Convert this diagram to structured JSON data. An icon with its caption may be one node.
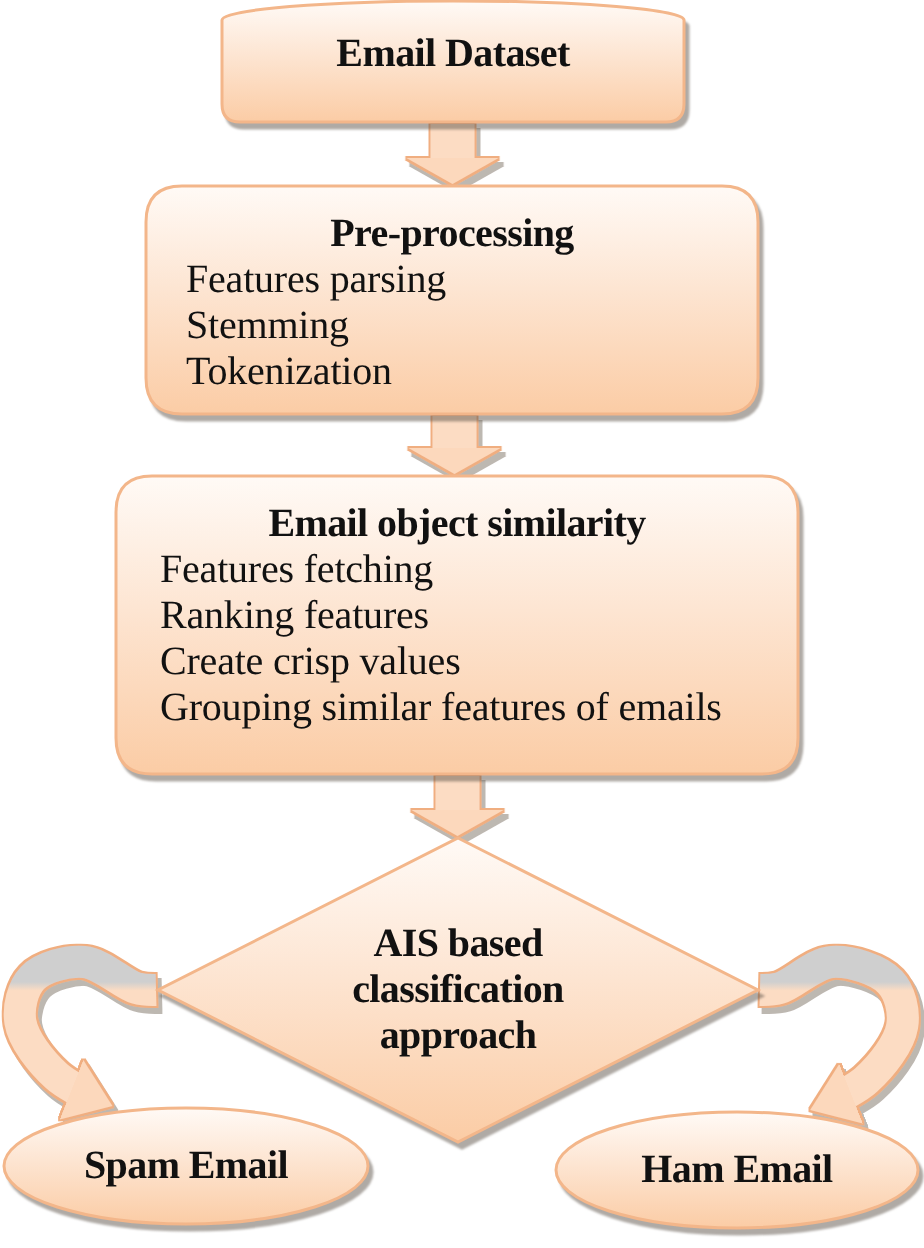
{
  "diagram": {
    "nodes": [
      {
        "text": [
          "Email Dataset"
        ]
      },
      {
        "text": [
          "Pre-processing",
          "Features parsing",
          "Stemming",
          "Tokenization"
        ]
      },
      {
        "text": [
          "Email object similarity",
          "Features fetching",
          "Ranking features",
          "Create crisp values",
          "Grouping similar features of emails"
        ]
      },
      {
        "text": [
          "AIS based classification approach"
        ]
      },
      {
        "text": [
          "Spam Email"
        ]
      },
      {
        "text": [
          "Ham Email"
        ]
      }
    ],
    "edges": [
      {
        "from": 0,
        "to": 1,
        "arrow": "to"
      },
      {
        "from": 1,
        "to": 2,
        "arrow": "to"
      },
      {
        "from": 2,
        "to": 3,
        "arrow": "to"
      },
      {
        "from": 3,
        "to": 4,
        "arrow": "to"
      },
      {
        "from": 3,
        "to": 5,
        "arrow": "to"
      }
    ]
  }
}
